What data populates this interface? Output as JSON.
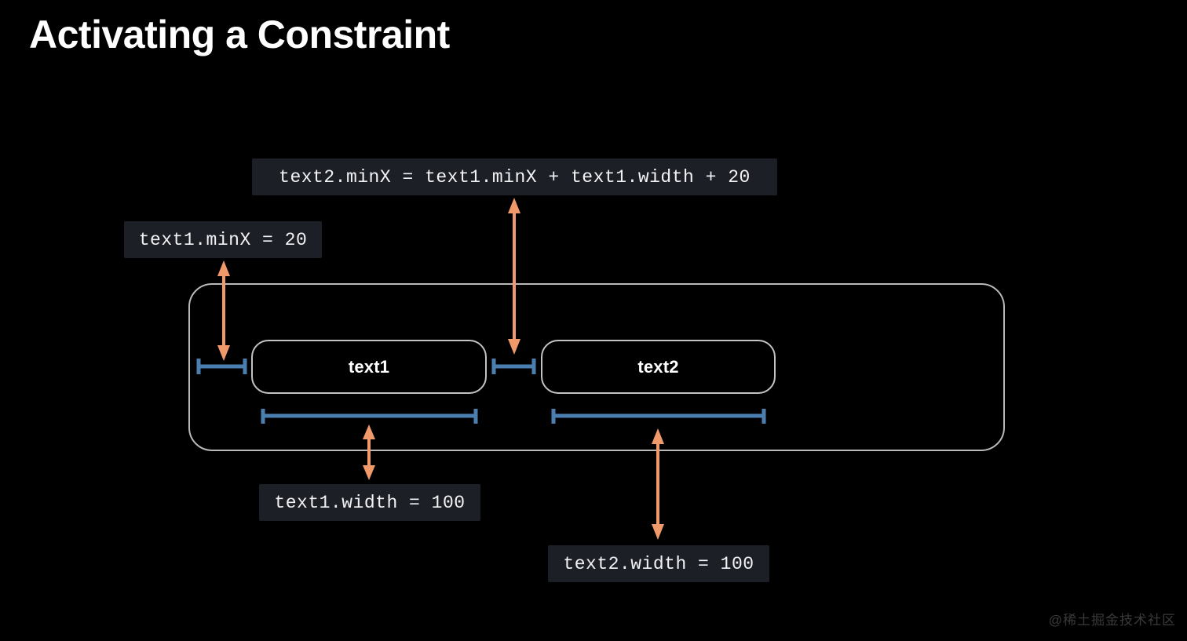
{
  "slide": {
    "title": "Activating a Constraint",
    "background_color": "#000000",
    "watermark": "@稀土掘金技术社区"
  },
  "colors": {
    "arrow": "#F0996B",
    "measure_line": "#4A7FB0",
    "box_stroke": "#C3C3C3",
    "container_stroke": "#B9B9B9",
    "chip_background": "#1D1F27",
    "chip_text": "#F2F2F4",
    "title_text": "#FFFFFF",
    "watermark_text": "#3A3A3A"
  },
  "constraints": [
    {
      "id": "text2-minx",
      "code": "text2.minX = text1.minX + text1.width + 20",
      "describes": "horizontal-gap-between-text1-and-text2"
    },
    {
      "id": "text1-minx",
      "code": "text1.minX = 20",
      "describes": "leading-inset-of-text1"
    },
    {
      "id": "text1-width",
      "code": "text1.width = 100",
      "describes": "width-of-text1"
    },
    {
      "id": "text2-width",
      "code": "text2.width = 100",
      "describes": "width-of-text2"
    }
  ],
  "boxes": [
    {
      "id": "text1",
      "label": "text1"
    },
    {
      "id": "text2",
      "label": "text2"
    }
  ],
  "measures": [
    {
      "id": "text1-leading",
      "label": "",
      "value": 20
    },
    {
      "id": "gap",
      "label": "",
      "value": 20
    },
    {
      "id": "text1-width",
      "label": "",
      "value": 100
    },
    {
      "id": "text2-width",
      "label": "",
      "value": 100
    }
  ]
}
